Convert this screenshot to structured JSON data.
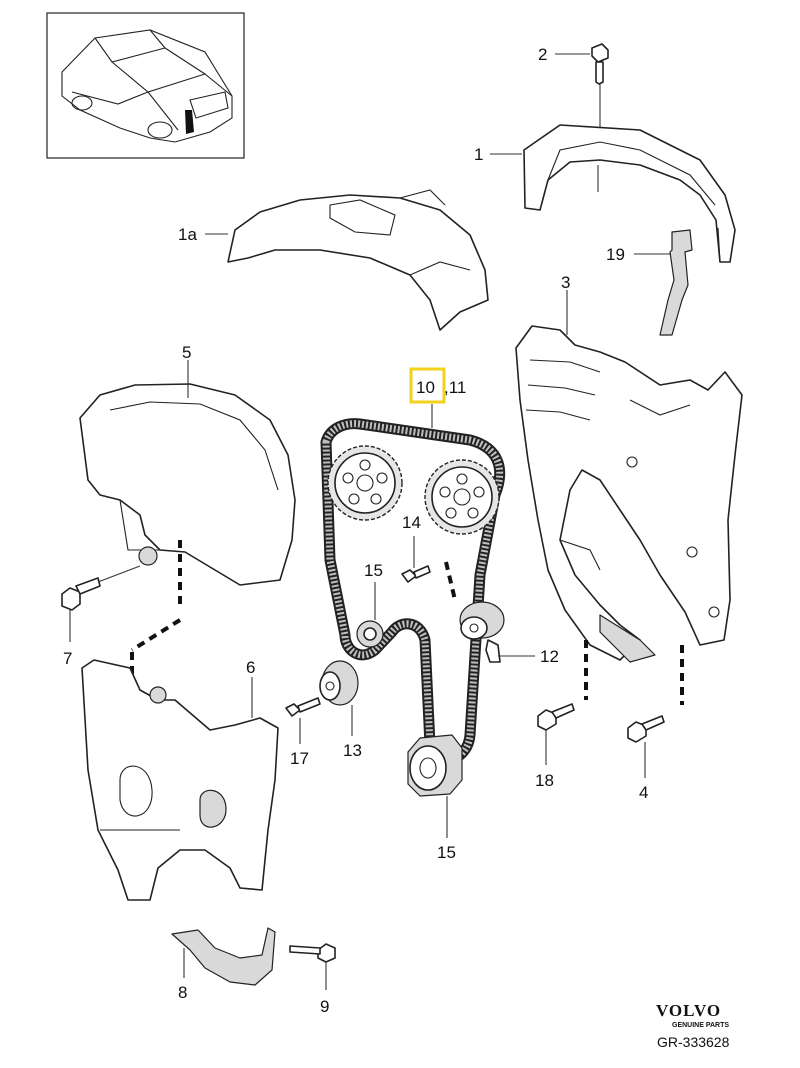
{
  "callouts": {
    "c1": "1",
    "c1a": "1a",
    "c2": "2",
    "c3": "3",
    "c4": "4",
    "c5": "5",
    "c6": "6",
    "c7": "7",
    "c8": "8",
    "c9": "9",
    "c10": "10",
    "c11": ",11",
    "c12": "12",
    "c13": "13",
    "c14": "14",
    "c15a": "15",
    "c15b": "15",
    "c17": "17",
    "c18": "18",
    "c19": "19"
  },
  "branding": {
    "logo_text": "VOLVO",
    "logo_subtext": "GENUINE PARTS",
    "reference": "GR-333628"
  },
  "colors": {
    "highlight": "#f2d21b",
    "line": "#222222",
    "shade": "#d9d9d9"
  }
}
